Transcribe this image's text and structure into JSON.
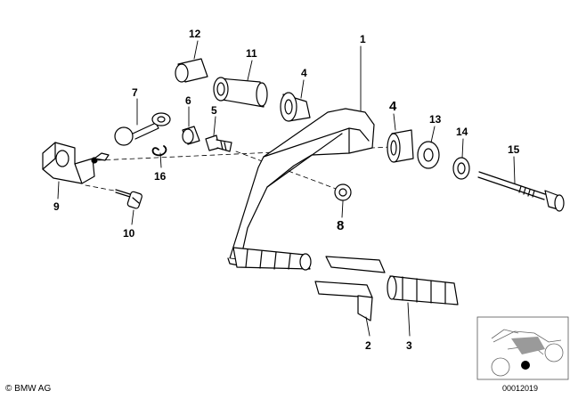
{
  "diagram": {
    "callouts": {
      "c1": "1",
      "c2": "2",
      "c3": "3",
      "c4a": "4",
      "c4b": "4",
      "c5": "5",
      "c6": "6",
      "c7": "7",
      "c8": "8",
      "c9": "9",
      "c10": "10",
      "c11": "11",
      "c12": "12",
      "c13": "13",
      "c14": "14",
      "c15": "15",
      "c16": "16"
    },
    "copyright": "© BMW AG",
    "doc_number": "00012019"
  }
}
